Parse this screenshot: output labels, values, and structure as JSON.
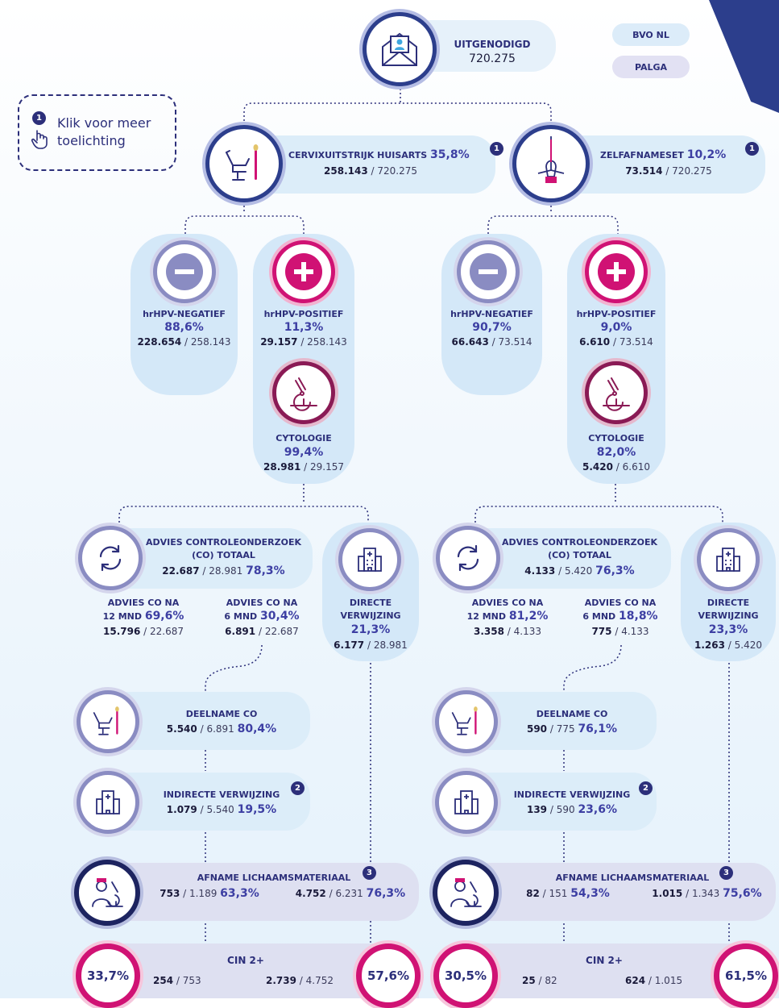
{
  "tags": {
    "bvo": "BVO NL",
    "palga": "PALGA"
  },
  "info": {
    "badge": "1",
    "text_line1": "Klik voor meer",
    "text_line2": "toelichting"
  },
  "top": {
    "label": "UITGENODIGD",
    "value": "720.275"
  },
  "left": {
    "branch": {
      "label": "CERVIXUITSTRIJK HUISARTS",
      "pct": "35,8%",
      "badge": "1",
      "num": "258.143",
      "den": "720.275"
    },
    "neg": {
      "label": "hrHPV-NEGATIEF",
      "pct": "88,6%",
      "num": "228.654",
      "den": "258.143"
    },
    "pos": {
      "label": "hrHPV-POSITIEF",
      "pct": "11,3%",
      "num": "29.157",
      "den": "258.143"
    },
    "cyto": {
      "label": "CYTOLOGIE",
      "pct": "99,4%",
      "num": "28.981",
      "den": "29.157"
    },
    "co": {
      "label1": "ADVIES CONTROLEONDERZOEK",
      "label2": "(CO) TOTAAL",
      "num": "22.687",
      "den": "28.981",
      "pct": "78,3%"
    },
    "co12": {
      "label1": "ADVIES CO NA",
      "label2": "12 MND",
      "pct": "69,6%",
      "num": "15.796",
      "den": "22.687"
    },
    "co6": {
      "label1": "ADVIES CO NA",
      "label2": "6 MND",
      "pct": "30,4%",
      "num": "6.891",
      "den": "22.687"
    },
    "direct": {
      "label1": "DIRECTE",
      "label2": "VERWIJZING",
      "pct": "21,3%",
      "num": "6.177",
      "den": "28.981"
    },
    "deelname": {
      "label": "DEELNAME CO",
      "num": "5.540",
      "den": "6.891",
      "pct": "80,4%"
    },
    "indirect": {
      "label": "INDIRECTE VERWIJZING",
      "badge": "2",
      "num": "1.079",
      "den": "5.540",
      "pct": "19,5%"
    },
    "afname": {
      "label": "AFNAME  LICHAAMSMATERIAAL",
      "badge": "3",
      "num1": "753",
      "den1": "1.189",
      "pct1": "63,3%",
      "num2": "4.752",
      "den2": "6.231",
      "pct2": "76,3%"
    },
    "cin": {
      "label": "CIN 2+",
      "pct_left": "33,7%",
      "num1": "254",
      "den1": "753",
      "num2": "2.739",
      "den2": "4.752",
      "pct_right": "57,6%"
    }
  },
  "right": {
    "branch": {
      "label": "ZELFAFNAMESET",
      "pct": "10,2%",
      "badge": "1",
      "num": "73.514",
      "den": "720.275"
    },
    "neg": {
      "label": "hrHPV-NEGATIEF",
      "pct": "90,7%",
      "num": "66.643",
      "den": "73.514"
    },
    "pos": {
      "label": "hrHPV-POSITIEF",
      "pct": "9,0%",
      "num": "6.610",
      "den": "73.514"
    },
    "cyto": {
      "label": "CYTOLOGIE",
      "pct": "82,0%",
      "num": "5.420",
      "den": "6.610"
    },
    "co": {
      "label1": "ADVIES CONTROLEONDERZOEK",
      "label2": "(CO) TOTAAL",
      "num": "4.133",
      "den": "5.420",
      "pct": "76,3%"
    },
    "co12": {
      "label1": "ADVIES CO NA",
      "label2": "12 MND",
      "pct": "81,2%",
      "num": "3.358",
      "den": "4.133"
    },
    "co6": {
      "label1": "ADVIES CO NA",
      "label2": "6 MND",
      "pct": "18,8%",
      "num": "775",
      "den": "4.133"
    },
    "direct": {
      "label1": "DIRECTE",
      "label2": "VERWIJZING",
      "pct": "23,3%",
      "num": "1.263",
      "den": "5.420"
    },
    "deelname": {
      "label": "DEELNAME CO",
      "num": "590",
      "den": "775",
      "pct": "76,1%"
    },
    "indirect": {
      "label": "INDIRECTE VERWIJZING",
      "badge": "2",
      "num": "139",
      "den": "590",
      "pct": "23,6%"
    },
    "afname": {
      "label": "AFNAME  LICHAAMSMATERIAAL",
      "badge": "3",
      "num1": "82",
      "den1": "151",
      "pct1": "54,3%",
      "num2": "1.015",
      "den2": "1.343",
      "pct2": "75,6%"
    },
    "cin": {
      "label": "CIN 2+",
      "pct_left": "30,5%",
      "num1": "25",
      "den1": "82",
      "num2": "624",
      "den2": "1.015",
      "pct_right": "61,5%"
    }
  },
  "colors": {
    "navy": "#2c2f7a",
    "pink": "#d01274",
    "lavender": "#8a8cc2",
    "pill": "#dcedf9"
  }
}
